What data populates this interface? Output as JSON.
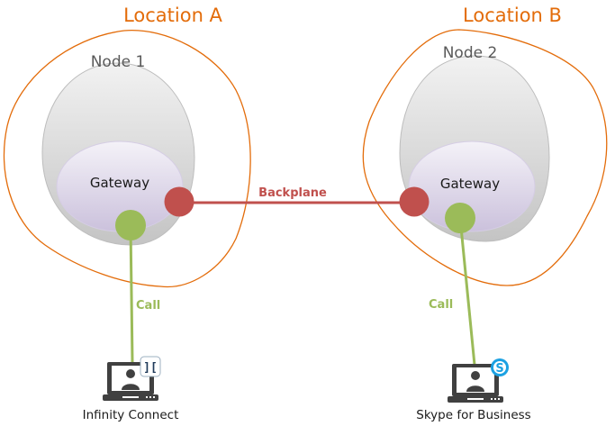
{
  "locations": [
    {
      "title": "Location A",
      "node": {
        "title": "Node 1",
        "gateway": "Gateway"
      }
    },
    {
      "title": "Location B",
      "node": {
        "title": "Node 2",
        "gateway": "Gateway"
      }
    }
  ],
  "links": {
    "backplane": "Backplane",
    "call_a": "Call",
    "call_b": "Call"
  },
  "clients": [
    {
      "label": "Infinity Connect",
      "badge": "][",
      "icon": "laptop-user-icon"
    },
    {
      "label": "Skype for Business",
      "badge": "S",
      "icon": "laptop-user-icon"
    }
  ],
  "colors": {
    "location_outline": "#E36C0A",
    "backplane": "#C0504D",
    "call": "#9BBB59",
    "laptop": "#404040",
    "skype": "#1BA1E2"
  }
}
